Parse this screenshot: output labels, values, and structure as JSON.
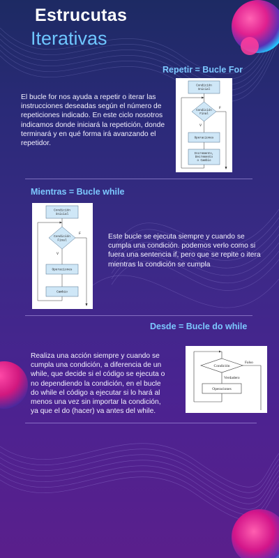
{
  "title": {
    "line1": "Estrucutas",
    "line2": "Iterativas"
  },
  "for_section": {
    "heading": "Repetir = Bucle For",
    "text": "El bucle for nos ayuda a repetir o iterar las instrucciones deseadas según el número de repeticiones indicado. En este ciclo nosotros indicamos donde iniciará la repetición, donde terminará y en qué forma irá avanzando el repetidor.",
    "diagram": {
      "start": [
        "Condición",
        "Inicial"
      ],
      "decision": [
        "Condición",
        "Final"
      ],
      "yes": "V",
      "no": "F",
      "process": "Operaciones",
      "update": [
        "Incremento,",
        "Decremento",
        "o Cambio"
      ]
    }
  },
  "while_section": {
    "heading": "Mientras = Bucle while",
    "text": "Este bucle se ejecuta siempre y cuando se cumpla una condición. podemos verlo como si fuera una sentencia if, pero que se repite o itera mientras la condición se cumpla",
    "diagram": {
      "start": [
        "Condición",
        "Inicial"
      ],
      "decision": [
        "Condición",
        "Final"
      ],
      "yes": "V",
      "no": "F",
      "process": "Operaciones",
      "update": "Cambio"
    }
  },
  "dowhile_section": {
    "heading": "Desde = Bucle do while",
    "text": "Realiza una acción siempre y cuando se cumpla una condición, a diferencia de un while, que decide si el código se ejecuta o no dependiendo la condición, en el bucle do while el código a ejecutar si lo hará al menos una vez sin importar la condición, ya que el do (hacer) va antes del while.",
    "diagram": {
      "decision": "Condición",
      "no": "Falso",
      "yes": "Verdadero",
      "process": "Operaciones"
    }
  },
  "colors": {
    "accent": "#7cc8ff",
    "title_accent": "#6ec6ff",
    "orb_pink": "#ff2d8f",
    "orb_cyan": "#29d6ff"
  }
}
